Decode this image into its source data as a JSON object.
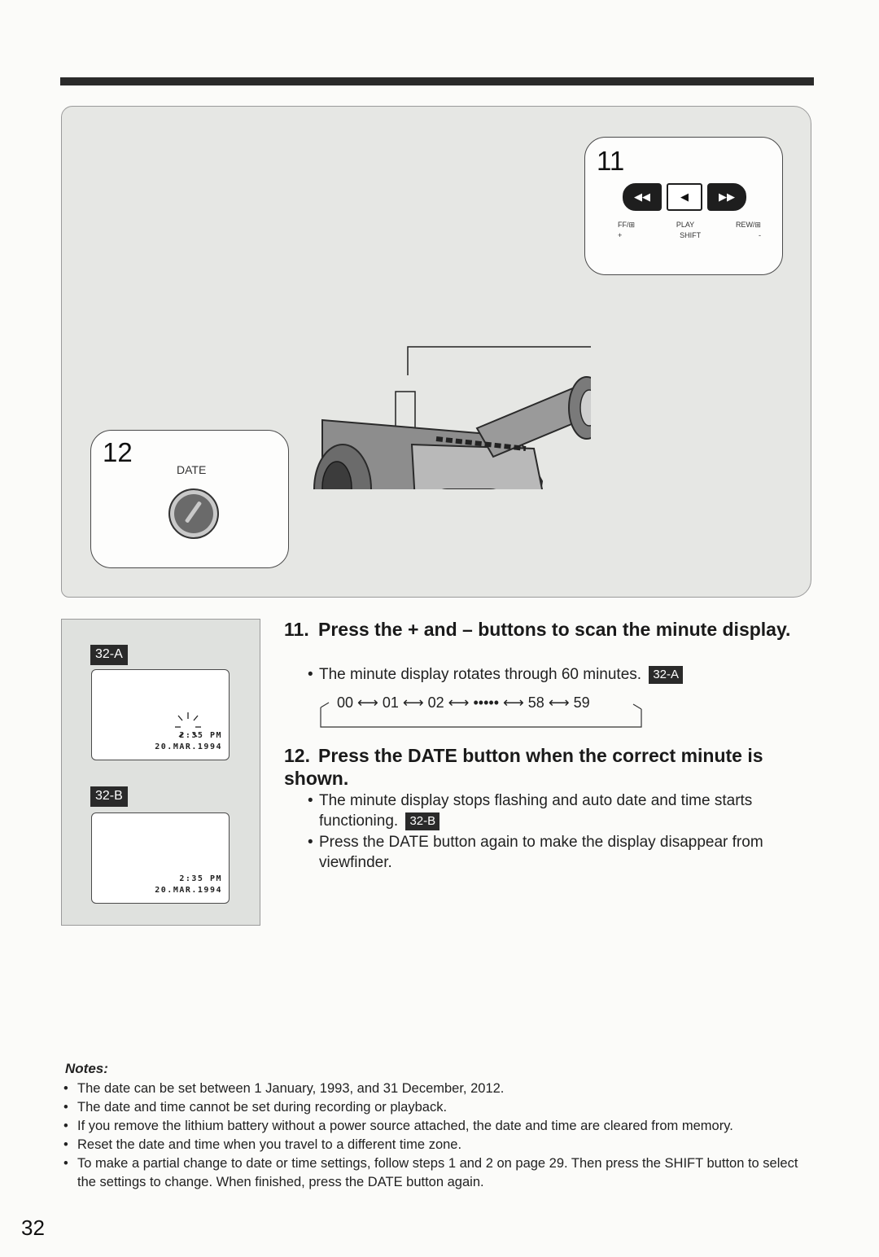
{
  "callout_11": {
    "number": "11",
    "ff_label": "FF/⊞",
    "play_label": "PLAY",
    "rew_label": "REW/⊞",
    "plus": "+",
    "shift_label": "SHIFT",
    "minus": "-"
  },
  "callout_12": {
    "number": "12",
    "date_label": "DATE"
  },
  "display_a": {
    "tag": "32-A",
    "time": "2:35 PM",
    "date": "20.MAR.1994"
  },
  "display_b": {
    "tag": "32-B",
    "time": "2:35 PM",
    "date": "20.MAR.1994"
  },
  "step11": {
    "number": "11.",
    "title": "Press the + and – buttons to scan the minute display.",
    "bullet": "The minute display rotates through 60 minutes.",
    "bullet_tag": "32-A",
    "sequence": "00 ⟷ 01 ⟷ 02 ⟷ ••••• ⟷ 58 ⟷ 59"
  },
  "step12": {
    "number": "12.",
    "title": "Press the DATE button when the correct minute is shown.",
    "bullet1": "The minute display stops flashing and auto date and time starts functioning.",
    "bullet1_tag": "32-B",
    "bullet2": "Press the DATE button again to make the display disappear from viewfinder."
  },
  "notes": {
    "title": "Notes:",
    "items": [
      "The date can be set between 1 January, 1993, and 31 December, 2012.",
      "The date and time cannot be set during recording or playback.",
      "If you remove the lithium battery without a power source attached, the date and time are cleared from memory.",
      "Reset the date and time when you travel to a different time zone.",
      "To make a partial change to date or time settings, follow steps 1 and 2 on page 29. Then press the SHIFT button to select the settings to change. When finished, press the DATE button again."
    ]
  },
  "page_number": "32"
}
